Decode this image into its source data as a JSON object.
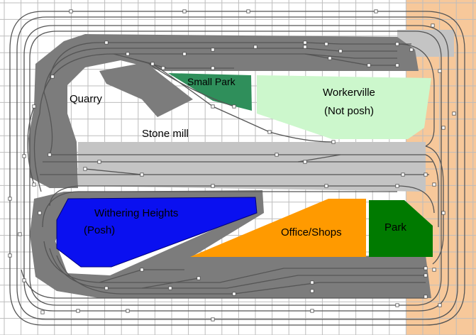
{
  "colors": {
    "background": "#ffffff",
    "grid": "#bdbdbd",
    "track_bed_dark": "#7c7c7c",
    "track_bed_light": "#c4c4c4",
    "edge_strip": "#f7c89a",
    "small_park": "#2f8f5b",
    "workerville": "#ccf7cc",
    "withering_heights": "#0a10f0",
    "office_shops": "#ff9a00",
    "park": "#007a00",
    "rail": "#555555",
    "tie": "#ffffff"
  },
  "labels": {
    "quarry": "Quarry",
    "stone_mill": "Stone mill",
    "small_park": "Small Park",
    "workerville_line1": "Workerville",
    "workerville_line2": "(Not posh)",
    "withering_heights_line1": "Withering Heights",
    "withering_heights_line2": "(Posh)",
    "office_shops": "Office/Shops",
    "park": "Park"
  }
}
